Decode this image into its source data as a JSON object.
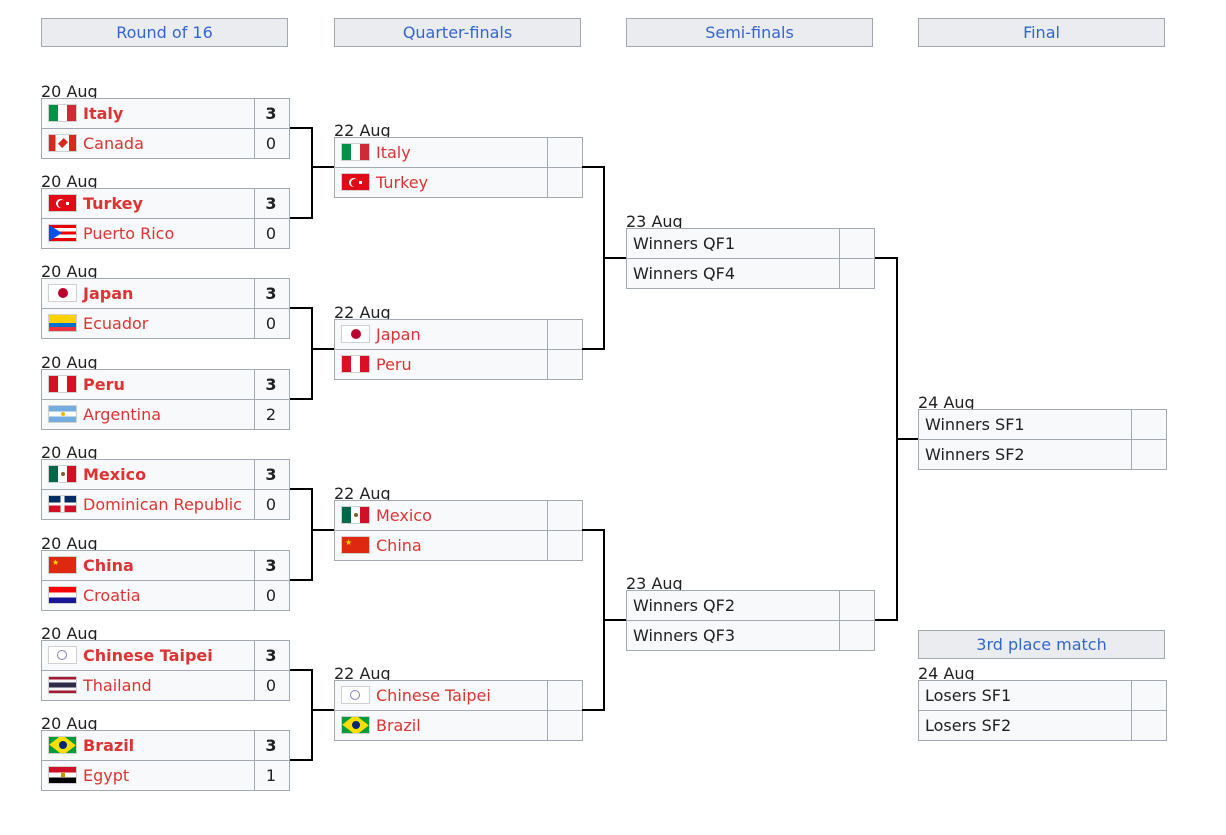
{
  "headers": {
    "r16": "Round of 16",
    "qf": "Quarter-finals",
    "sf": "Semi-finals",
    "final": "Final",
    "third": "3rd place match"
  },
  "r16": [
    {
      "date": "20 Aug",
      "t1": {
        "name": "Italy",
        "flag": "italy-flag",
        "score": "3"
      },
      "t2": {
        "name": "Canada",
        "flag": "canada-flag",
        "score": "0"
      }
    },
    {
      "date": "20 Aug",
      "t1": {
        "name": "Turkey",
        "flag": "turkey-flag",
        "score": "3"
      },
      "t2": {
        "name": "Puerto Rico",
        "flag": "puerto-rico-flag",
        "score": "0"
      }
    },
    {
      "date": "20 Aug",
      "t1": {
        "name": "Japan",
        "flag": "japan-flag",
        "score": "3"
      },
      "t2": {
        "name": "Ecuador",
        "flag": "ecuador-flag",
        "score": "0"
      }
    },
    {
      "date": "20 Aug",
      "t1": {
        "name": "Peru",
        "flag": "peru-flag",
        "score": "3"
      },
      "t2": {
        "name": "Argentina",
        "flag": "argentina-flag",
        "score": "2"
      }
    },
    {
      "date": "20 Aug",
      "t1": {
        "name": "Mexico",
        "flag": "mexico-flag",
        "score": "3"
      },
      "t2": {
        "name": "Dominican Republic",
        "flag": "dominican-republic-flag",
        "score": "0"
      }
    },
    {
      "date": "20 Aug",
      "t1": {
        "name": "China",
        "flag": "china-flag",
        "score": "3"
      },
      "t2": {
        "name": "Croatia",
        "flag": "croatia-flag",
        "score": "0"
      }
    },
    {
      "date": "20 Aug",
      "t1": {
        "name": "Chinese Taipei",
        "flag": "chinese-taipei-flag",
        "score": "3"
      },
      "t2": {
        "name": "Thailand",
        "flag": "thailand-flag",
        "score": "0"
      }
    },
    {
      "date": "20 Aug",
      "t1": {
        "name": "Brazil",
        "flag": "brazil-flag",
        "score": "3"
      },
      "t2": {
        "name": "Egypt",
        "flag": "egypt-flag",
        "score": "1"
      }
    }
  ],
  "qf": [
    {
      "date": "22 Aug",
      "t1": {
        "name": "Italy",
        "flag": "italy-flag",
        "score": ""
      },
      "t2": {
        "name": "Turkey",
        "flag": "turkey-flag",
        "score": ""
      }
    },
    {
      "date": "22 Aug",
      "t1": {
        "name": "Japan",
        "flag": "japan-flag",
        "score": ""
      },
      "t2": {
        "name": "Peru",
        "flag": "peru-flag",
        "score": ""
      }
    },
    {
      "date": "22 Aug",
      "t1": {
        "name": "Mexico",
        "flag": "mexico-flag",
        "score": ""
      },
      "t2": {
        "name": "China",
        "flag": "china-flag",
        "score": ""
      }
    },
    {
      "date": "22 Aug",
      "t1": {
        "name": "Chinese Taipei",
        "flag": "chinese-taipei-flag",
        "score": ""
      },
      "t2": {
        "name": "Brazil",
        "flag": "brazil-flag",
        "score": ""
      }
    }
  ],
  "sf": [
    {
      "date": "23 Aug",
      "t1": {
        "name": "Winners QF1",
        "score": ""
      },
      "t2": {
        "name": "Winners QF4",
        "score": ""
      }
    },
    {
      "date": "23 Aug",
      "t1": {
        "name": "Winners QF2",
        "score": ""
      },
      "t2": {
        "name": "Winners QF3",
        "score": ""
      }
    }
  ],
  "final": {
    "date": "24 Aug",
    "t1": {
      "name": "Winners SF1",
      "score": ""
    },
    "t2": {
      "name": "Winners SF2",
      "score": ""
    }
  },
  "third": {
    "date": "24 Aug",
    "t1": {
      "name": "Losers SF1",
      "score": ""
    },
    "t2": {
      "name": "Losers SF2",
      "score": ""
    }
  },
  "colors": {
    "link": "#3366cc",
    "team_link": "#dd3333",
    "header_bg": "#eaecf0",
    "border": "#a2a9b1",
    "cell_bg": "#f8f9fa"
  }
}
